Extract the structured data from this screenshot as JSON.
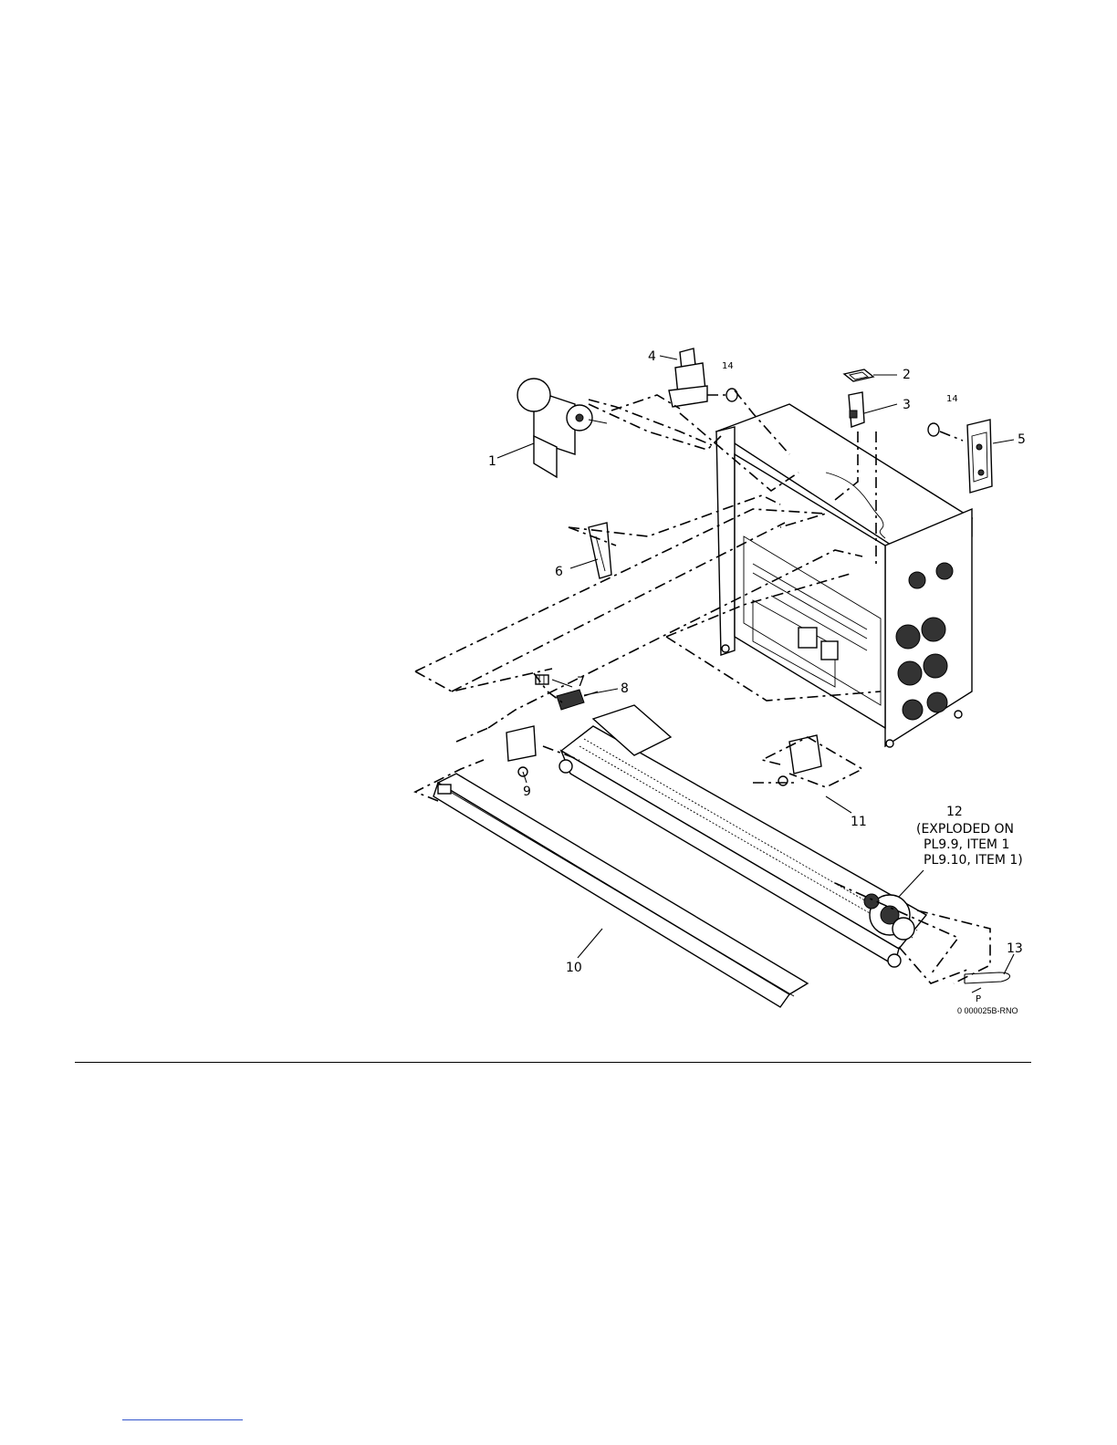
{
  "figure": {
    "callouts": {
      "c1": "1",
      "c2": "2",
      "c3": "3",
      "c4": "4",
      "c5": "5",
      "c6": "6",
      "c7": "7",
      "c8": "8",
      "c9": "9",
      "c10": "10",
      "c11": "11",
      "c12": "12",
      "c13": "13",
      "c14a": "14",
      "c14b": "14",
      "p": "P"
    },
    "note_12": [
      "(EXPLODED ON",
      "PL9.9, ITEM 1",
      "PL9.10, ITEM 1)"
    ],
    "figure_code": "0 000025B-RNO"
  }
}
